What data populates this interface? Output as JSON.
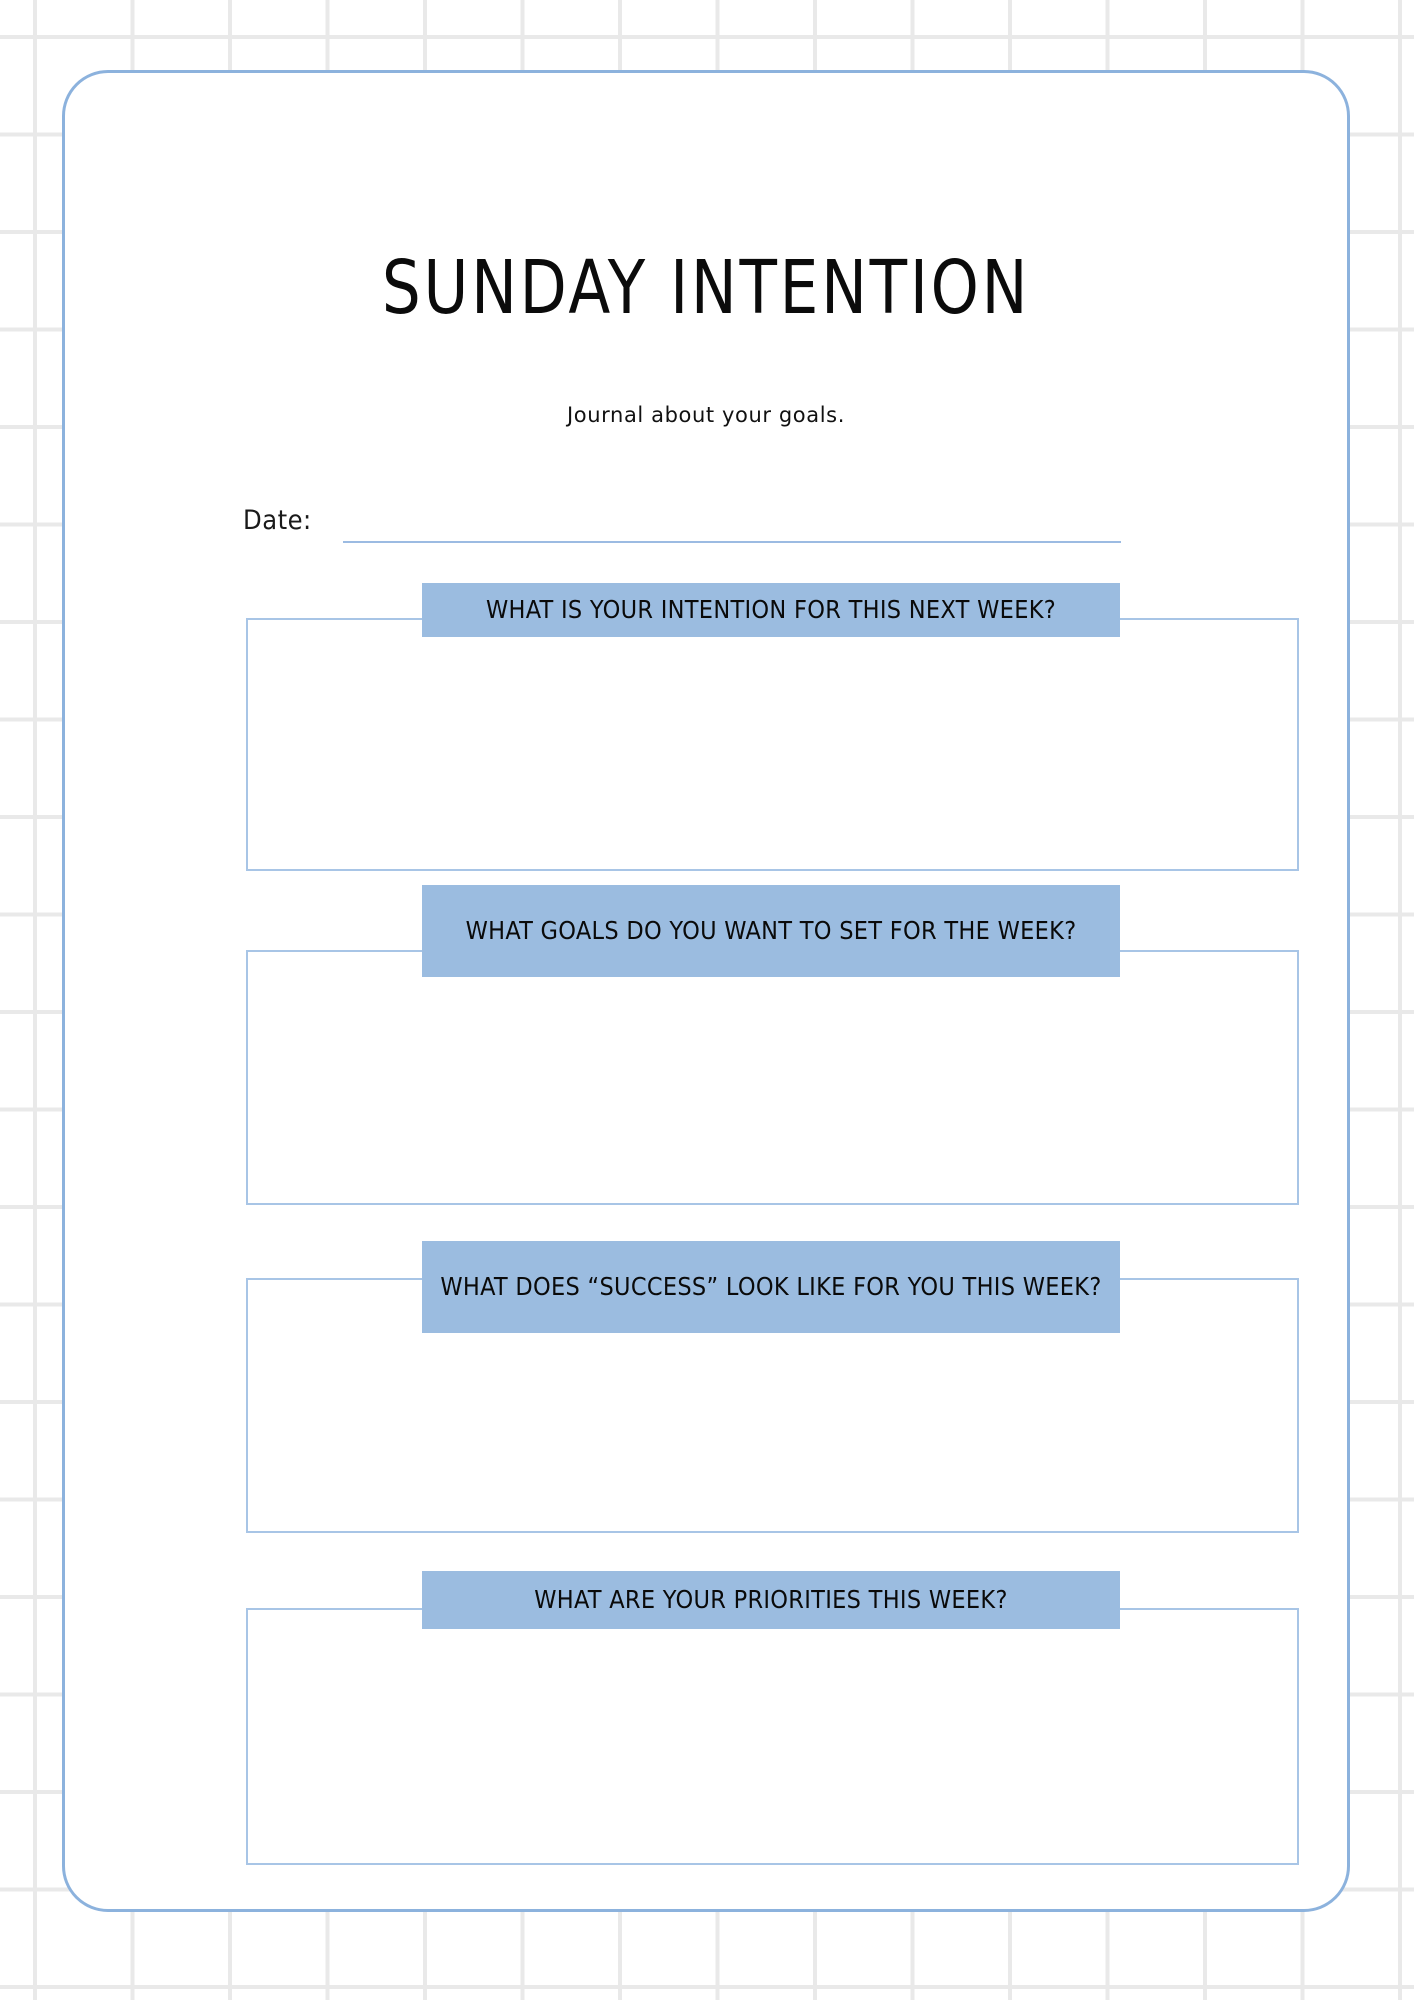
{
  "document": {
    "title": "SUNDAY INTENTION",
    "subtitle": "Journal about your goals."
  },
  "date_field": {
    "label": "Date:",
    "value": "",
    "placeholder": ""
  },
  "sections": [
    {
      "question": "WHAT IS YOUR INTENTION FOR THIS NEXT WEEK?",
      "answer": "",
      "placeholder": ""
    },
    {
      "question": "WHAT GOALS DO YOU WANT TO SET FOR THE WEEK?",
      "answer": "",
      "placeholder": ""
    },
    {
      "question": "WHAT DOES “SUCCESS” LOOK LIKE FOR YOU THIS WEEK?",
      "answer": "",
      "placeholder": ""
    },
    {
      "question": "WHAT ARE YOUR PRIORITIES THIS WEEK?",
      "answer": "",
      "placeholder": ""
    }
  ],
  "colors": {
    "banner_fill": "#9bbce0",
    "box_border": "#a8c5e6",
    "card_border": "#8cb2dd",
    "grid_line": "#e9e9e9",
    "text": "#0b0b0b",
    "page_background": "#ffffff"
  }
}
